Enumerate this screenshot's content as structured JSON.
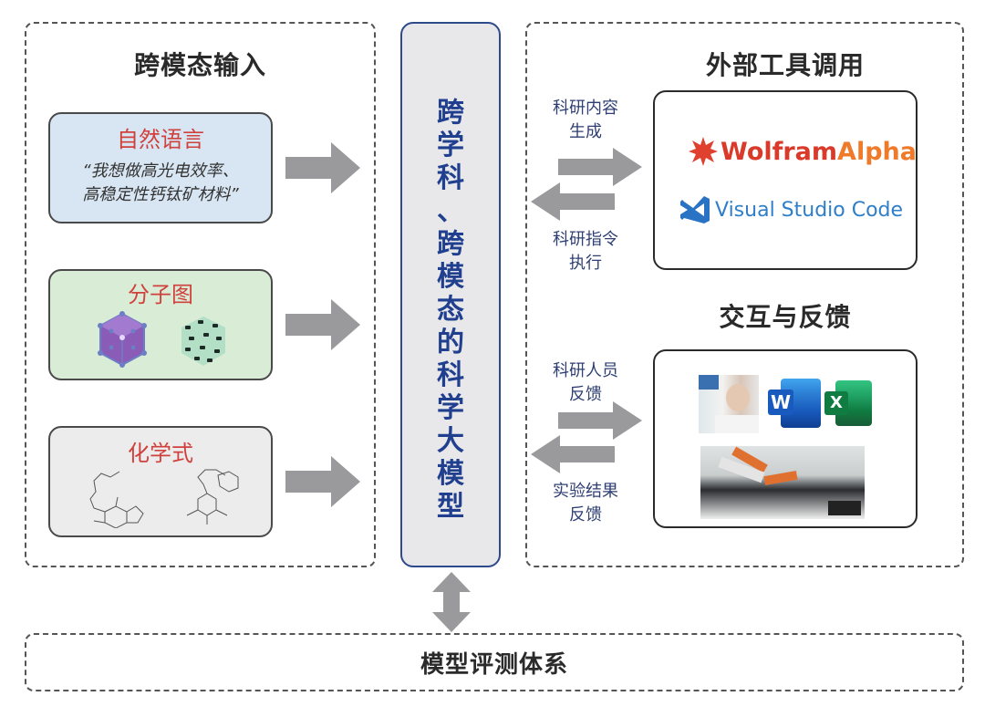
{
  "input_panel": {
    "title": "跨模态输入",
    "cards": [
      {
        "label": "自然语言",
        "quote_line1": "“我想做高光电效率、",
        "quote_line2": "高稳定性钙钛矿材料”",
        "bg": "#d8e6f3"
      },
      {
        "label": "分子图",
        "bg": "#d9ecd6"
      },
      {
        "label": "化学式",
        "bg": "#ececec"
      }
    ]
  },
  "center_model": {
    "chars": [
      "跨",
      "学",
      "科",
      "、",
      "跨",
      "模",
      "态",
      "的",
      "科",
      "学",
      "大",
      "模",
      "型"
    ]
  },
  "tools_panel": {
    "title": "外部工具调用",
    "arrow_out_label": [
      "科研内容",
      "生成"
    ],
    "arrow_in_label": [
      "科研指令",
      "执行"
    ],
    "tools": [
      "WolframAlpha",
      "Visual Studio Code"
    ],
    "wolfram_part1": "Wolfram",
    "wolfram_part2": "Alpha"
  },
  "feedback_panel": {
    "title": "交互与反馈",
    "arrow_out_label": [
      "科研人员",
      "反馈"
    ],
    "arrow_in_label": [
      "实验结果",
      "反馈"
    ],
    "word_letter": "W",
    "excel_letter": "X"
  },
  "evaluation": {
    "title": "模型评测体系"
  },
  "colors": {
    "accent_red": "#d0413e",
    "model_blue": "#213f8f",
    "label_blue": "#2f3f73",
    "arrow_gray": "#9a9a9c"
  }
}
